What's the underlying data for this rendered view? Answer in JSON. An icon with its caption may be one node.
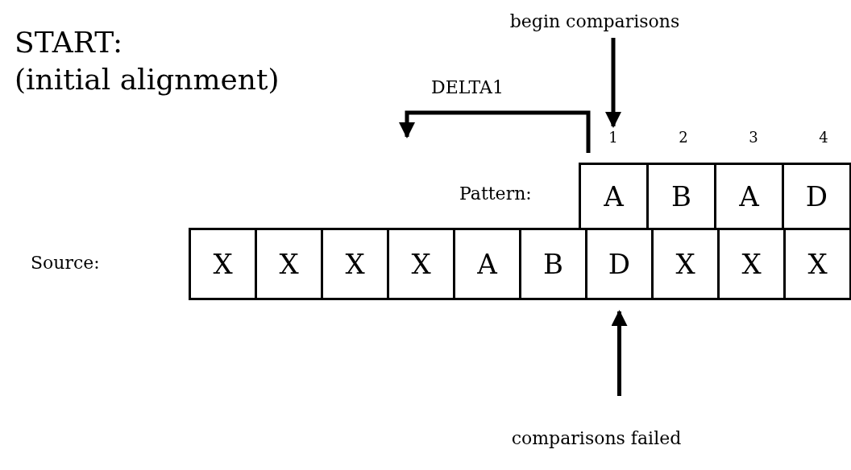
{
  "diagram": {
    "title": "START: (initial alignment)",
    "nodes": [
      {
        "text": [
          "begin comparisons"
        ]
      },
      {
        "text": [
          "1"
        ]
      },
      {
        "text": [
          "A"
        ]
      },
      {
        "text": [
          "B"
        ]
      },
      {
        "text": [
          "A"
        ]
      },
      {
        "text": [
          "D"
        ]
      },
      {
        "text": [
          "X"
        ]
      },
      {
        "text": [
          "X"
        ]
      },
      {
        "text": [
          "X"
        ]
      },
      {
        "text": [
          "X"
        ]
      },
      {
        "text": [
          "A"
        ]
      },
      {
        "text": [
          "B"
        ]
      },
      {
        "text": [
          "D"
        ]
      },
      {
        "text": [
          "X"
        ]
      },
      {
        "text": [
          "X"
        ]
      },
      {
        "text": [
          "X"
        ]
      },
      {
        "text": [
          "comparisons failed"
        ]
      }
    ],
    "edges": [
      {
        "from": 0,
        "to": 1,
        "arrow": "to"
      },
      {
        "from": 16,
        "to": 12,
        "arrow": "to"
      }
    ],
    "labels": [
      "DELTA1",
      "2",
      "3",
      "4",
      "Pattern:",
      "Source:"
    ]
  }
}
